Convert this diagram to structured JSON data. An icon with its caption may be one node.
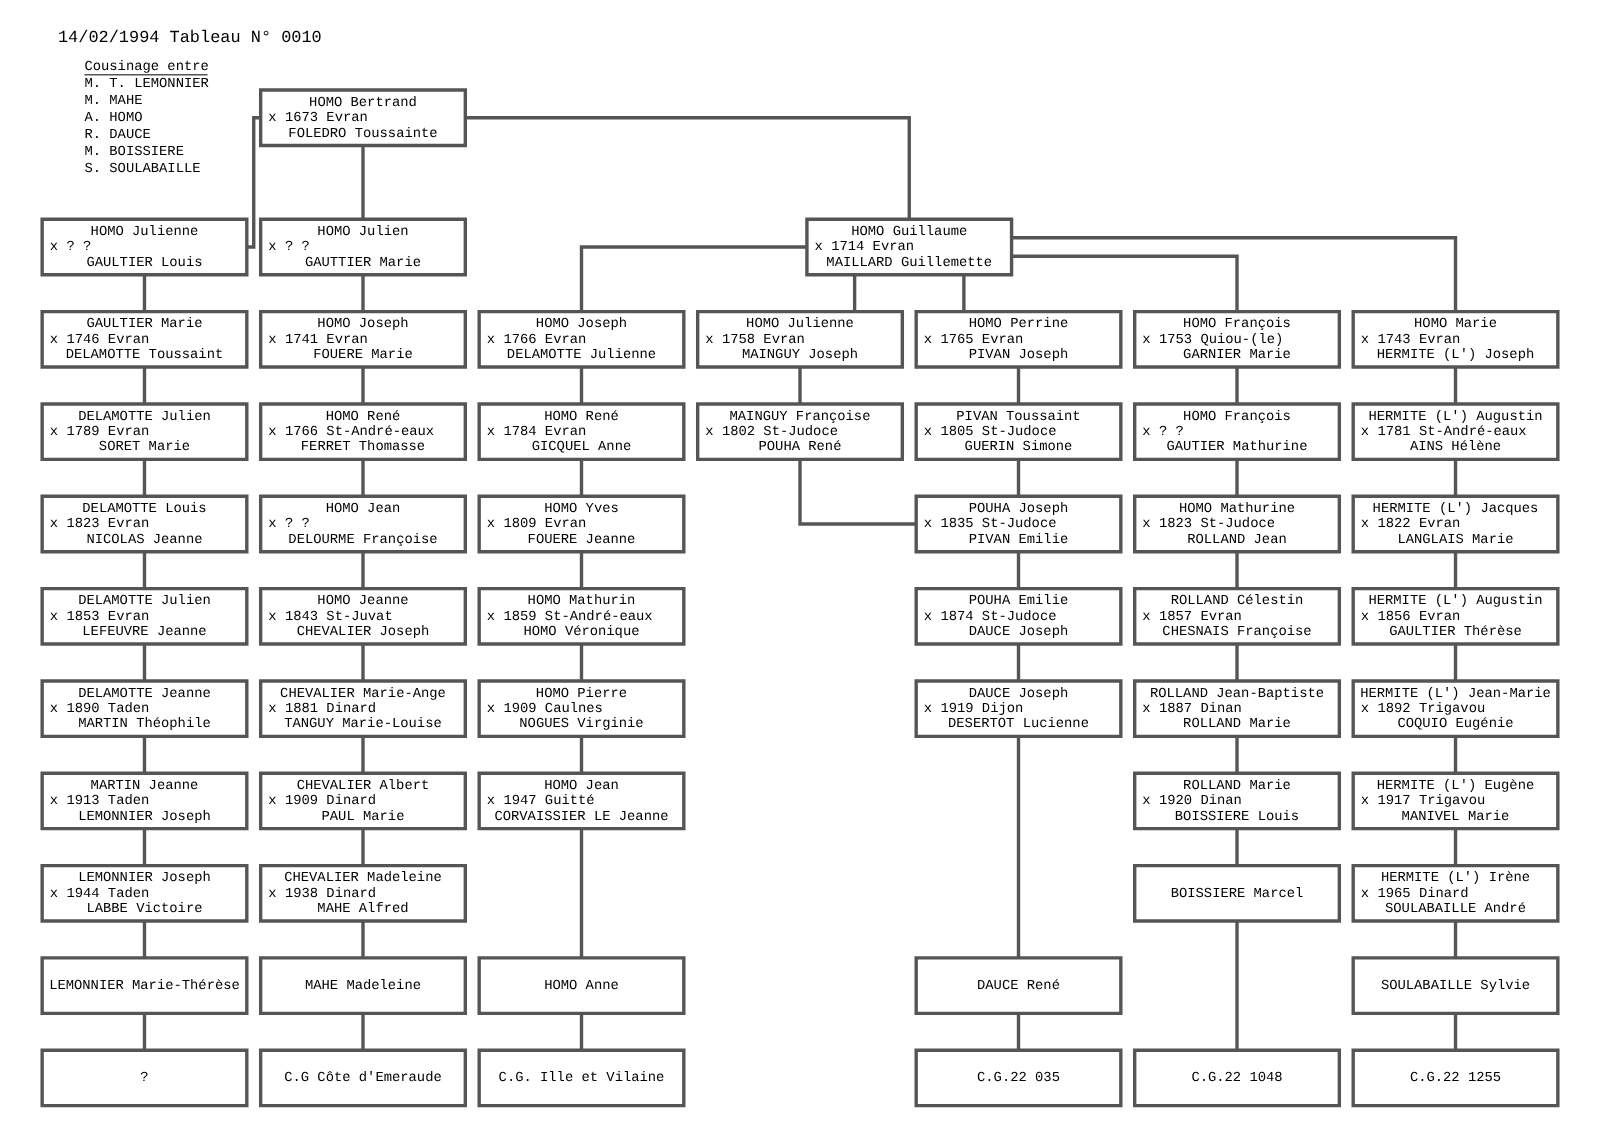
{
  "diagram": {
    "title": "14/02/1994 Tableau N° 0010",
    "nodes": [
      {
        "text": [
          "HOMO Bertrand",
          "x 1673 Evran",
          "FOLEDRO Toussainte"
        ]
      },
      {
        "text": [
          "HOMO Julienne",
          "x ? ?",
          "GAULTIER Louis"
        ]
      },
      {
        "text": [
          "HOMO Julien",
          "x ? ?",
          "GAUTTIER Marie"
        ]
      },
      {
        "text": [
          "HOMO Guillaume",
          "x 1714 Evran",
          "MAILLARD Guillemette"
        ]
      },
      {
        "text": [
          "GAULTIER Marie",
          "x 1746 Evran",
          "DELAMOTTE Toussaint"
        ]
      },
      {
        "text": [
          "HOMO Joseph",
          "x 1741 Evran",
          "FOUERE Marie"
        ]
      },
      {
        "text": [
          "HOMO Joseph",
          "x 1766 Evran",
          "DELAMOTTE Julienne"
        ]
      },
      {
        "text": [
          "HOMO Julienne",
          "x 1758 Evran",
          "MAINGUY Joseph"
        ]
      },
      {
        "text": [
          "HOMO Perrine",
          "x 1765 Evran",
          "PIVAN Joseph"
        ]
      },
      {
        "text": [
          "HOMO François",
          "x 1753 Quiou-(le)",
          "GARNIER Marie"
        ]
      },
      {
        "text": [
          "HOMO Marie",
          "x 1743 Evran",
          "HERMITE (L') Joseph"
        ]
      },
      {
        "text": [
          "DELAMOTTE Julien",
          "x 1789 Evran",
          "SORET Marie"
        ]
      },
      {
        "text": [
          "HOMO René",
          "x 1766 St-André-eaux",
          "FERRET Thomasse"
        ]
      },
      {
        "text": [
          "HOMO René",
          "x 1784 Evran",
          "GICQUEL Anne"
        ]
      },
      {
        "text": [
          "MAINGUY Françoise",
          "x 1802 St-Judoce",
          "POUHA René"
        ]
      },
      {
        "text": [
          "PIVAN Toussaint",
          "x 1805 St-Judoce",
          "GUERIN Simone"
        ]
      },
      {
        "text": [
          "HOMO François",
          "x ? ?",
          "GAUTIER Mathurine"
        ]
      },
      {
        "text": [
          "HERMITE (L') Augustin",
          "x 1781 St-André-eaux",
          "AINS Hélène"
        ]
      },
      {
        "text": [
          "DELAMOTTE Louis",
          "x 1823 Evran",
          "NICOLAS Jeanne"
        ]
      },
      {
        "text": [
          "HOMO Jean",
          "x ? ?",
          "DELOURME Françoise"
        ]
      },
      {
        "text": [
          "HOMO Yves",
          "x 1809 Evran",
          "FOUERE Jeanne"
        ]
      },
      {
        "text": [
          "POUHA Joseph",
          "x 1835 St-Judoce",
          "PIVAN Emilie"
        ]
      },
      {
        "text": [
          "HOMO Mathurine",
          "x 1823 St-Judoce",
          "ROLLAND Jean"
        ]
      },
      {
        "text": [
          "HERMITE (L') Jacques",
          "x 1822 Evran",
          "LANGLAIS Marie"
        ]
      },
      {
        "text": [
          "DELAMOTTE Julien",
          "x 1853 Evran",
          "LEFEUVRE Jeanne"
        ]
      },
      {
        "text": [
          "HOMO Jeanne",
          "x 1843 St-Juvat",
          "CHEVALIER Joseph"
        ]
      },
      {
        "text": [
          "HOMO Mathurin",
          "x 1859 St-André-eaux",
          "HOMO Véronique"
        ]
      },
      {
        "text": [
          "POUHA Emilie",
          "x 1874 St-Judoce",
          "DAUCE Joseph"
        ]
      },
      {
        "text": [
          "ROLLAND Célestin",
          "x 1857 Evran",
          "CHESNAIS Françoise"
        ]
      },
      {
        "text": [
          "HERMITE (L') Augustin",
          "x 1856 Evran",
          "GAULTIER Thérèse"
        ]
      },
      {
        "text": [
          "DELAMOTTE Jeanne",
          "x 1890 Taden",
          "MARTIN Théophile"
        ]
      },
      {
        "text": [
          "CHEVALIER Marie-Ange",
          "x 1881 Dinard",
          "TANGUY Marie-Louise"
        ]
      },
      {
        "text": [
          "HOMO Pierre",
          "x 1909 Caulnes",
          "NOGUES Virginie"
        ]
      },
      {
        "text": [
          "DAUCE Joseph",
          "x 1919 Dijon",
          "DESERTOT Lucienne"
        ]
      },
      {
        "text": [
          "ROLLAND Jean-Baptiste",
          "x 1887 Dinan",
          "ROLLAND Marie"
        ]
      },
      {
        "text": [
          "HERMITE (L') Jean-Marie",
          "x 1892 Trigavou",
          "COQUIO Eugénie"
        ]
      },
      {
        "text": [
          "MARTIN Jeanne",
          "x 1913 Taden",
          "LEMONNIER Joseph"
        ]
      },
      {
        "text": [
          "CHEVALIER Albert",
          "x 1909 Dinard",
          "PAUL Marie"
        ]
      },
      {
        "text": [
          "HOMO Jean",
          "x 1947 Guitté",
          "CORVAISSIER LE Jeanne"
        ]
      },
      {
        "text": [
          "DAUCE René"
        ]
      },
      {
        "text": [
          "ROLLAND Marie",
          "x 1920 Dinan",
          "BOISSIERE Louis"
        ]
      },
      {
        "text": [
          "HERMITE (L') Eugène",
          "x 1917 Trigavou",
          "MANIVEL Marie"
        ]
      },
      {
        "text": [
          "LEMONNIER Joseph",
          "x 1944 Taden",
          "LABBE Victoire"
        ]
      },
      {
        "text": [
          "CHEVALIER Madeleine",
          "x 1938 Dinard",
          "MAHE Alfred"
        ]
      },
      {
        "text": [
          "HOMO Anne"
        ]
      },
      {
        "text": [
          "BOISSIERE Marcel"
        ]
      },
      {
        "text": [
          "HERMITE (L') Irène",
          "x 1965 Dinard",
          "SOULABAILLE André"
        ]
      },
      {
        "text": [
          "LEMONNIER Marie-Thérèse"
        ]
      },
      {
        "text": [
          "MAHE Madeleine"
        ]
      },
      {
        "text": [
          "SOULABAILLE Sylvie"
        ]
      },
      {
        "text": [
          "?"
        ]
      },
      {
        "text": [
          "C.G Côte d'Emeraude"
        ]
      },
      {
        "text": [
          "C.G. Ille et Vilaine"
        ]
      },
      {
        "text": [
          "C.G.22 035"
        ]
      },
      {
        "text": [
          "C.G.22 1048"
        ]
      },
      {
        "text": [
          "C.G.22 1255"
        ]
      }
    ],
    "edges": [
      {
        "from": 0,
        "to": 1,
        "arrow": "none"
      },
      {
        "from": 0,
        "to": 2,
        "arrow": "none"
      },
      {
        "from": 0,
        "to": 3,
        "arrow": "none"
      },
      {
        "from": 3,
        "to": 6,
        "arrow": "none"
      },
      {
        "from": 3,
        "to": 7,
        "arrow": "none"
      },
      {
        "from": 3,
        "to": 8,
        "arrow": "none"
      },
      {
        "from": 3,
        "to": 9,
        "arrow": "none"
      },
      {
        "from": 3,
        "to": 10,
        "arrow": "none"
      },
      {
        "from": 1,
        "to": 4,
        "arrow": "none"
      },
      {
        "from": 4,
        "to": 11,
        "arrow": "none"
      },
      {
        "from": 11,
        "to": 18,
        "arrow": "none"
      },
      {
        "from": 18,
        "to": 24,
        "arrow": "none"
      },
      {
        "from": 24,
        "to": 30,
        "arrow": "none"
      },
      {
        "from": 30,
        "to": 36,
        "arrow": "none"
      },
      {
        "from": 36,
        "to": 42,
        "arrow": "none"
      },
      {
        "from": 42,
        "to": 47,
        "arrow": "none"
      },
      {
        "from": 47,
        "to": 50,
        "arrow": "none"
      },
      {
        "from": 2,
        "to": 5,
        "arrow": "none"
      },
      {
        "from": 5,
        "to": 12,
        "arrow": "none"
      },
      {
        "from": 12,
        "to": 19,
        "arrow": "none"
      },
      {
        "from": 19,
        "to": 25,
        "arrow": "none"
      },
      {
        "from": 25,
        "to": 31,
        "arrow": "none"
      },
      {
        "from": 31,
        "to": 37,
        "arrow": "none"
      },
      {
        "from": 37,
        "to": 43,
        "arrow": "none"
      },
      {
        "from": 43,
        "to": 48,
        "arrow": "none"
      },
      {
        "from": 48,
        "to": 51,
        "arrow": "none"
      },
      {
        "from": 6,
        "to": 13,
        "arrow": "none"
      },
      {
        "from": 13,
        "to": 20,
        "arrow": "none"
      },
      {
        "from": 20,
        "to": 26,
        "arrow": "none"
      },
      {
        "from": 26,
        "to": 32,
        "arrow": "none"
      },
      {
        "from": 32,
        "to": 38,
        "arrow": "none"
      },
      {
        "from": 38,
        "to": 44,
        "arrow": "none"
      },
      {
        "from": 44,
        "to": 52,
        "arrow": "none"
      },
      {
        "from": 7,
        "to": 14,
        "arrow": "none"
      },
      {
        "from": 14,
        "to": 21,
        "arrow": "none"
      },
      {
        "from": 21,
        "to": 27,
        "arrow": "none"
      },
      {
        "from": 27,
        "to": 33,
        "arrow": "none"
      },
      {
        "from": 33,
        "to": 39,
        "arrow": "none"
      },
      {
        "from": 39,
        "to": 53,
        "arrow": "none"
      },
      {
        "from": 8,
        "to": 15,
        "arrow": "none"
      },
      {
        "from": 15,
        "to": 21,
        "arrow": "none"
      },
      {
        "from": 9,
        "to": 16,
        "arrow": "none"
      },
      {
        "from": 16,
        "to": 22,
        "arrow": "none"
      },
      {
        "from": 22,
        "to": 28,
        "arrow": "none"
      },
      {
        "from": 28,
        "to": 34,
        "arrow": "none"
      },
      {
        "from": 34,
        "to": 40,
        "arrow": "none"
      },
      {
        "from": 40,
        "to": 45,
        "arrow": "none"
      },
      {
        "from": 45,
        "to": 54,
        "arrow": "none"
      },
      {
        "from": 10,
        "to": 17,
        "arrow": "none"
      },
      {
        "from": 17,
        "to": 23,
        "arrow": "none"
      },
      {
        "from": 23,
        "to": 29,
        "arrow": "none"
      },
      {
        "from": 29,
        "to": 35,
        "arrow": "none"
      },
      {
        "from": 35,
        "to": 41,
        "arrow": "none"
      },
      {
        "from": 41,
        "to": 46,
        "arrow": "none"
      },
      {
        "from": 46,
        "to": 49,
        "arrow": "none"
      },
      {
        "from": 49,
        "to": 55,
        "arrow": "none"
      }
    ],
    "labels": [
      "Cousinage entre",
      "M. T. LEMONNIER",
      "M. MAHE",
      "A. HOMO",
      "R. DAUCE",
      "M. BOISSIERE",
      "S. SOULABAILLE"
    ]
  }
}
